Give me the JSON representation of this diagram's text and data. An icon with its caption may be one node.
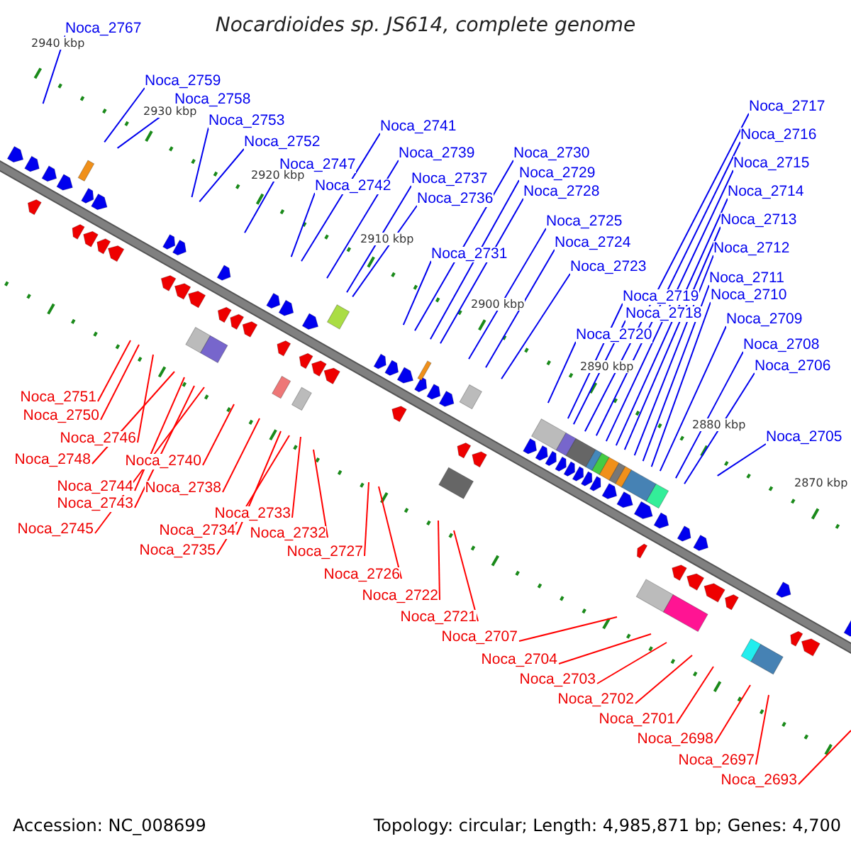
{
  "diagram": {
    "title": "Nocardioides sp. JS614, complete genome",
    "nodes": [
      {
        "text": [
          "Noca_2767"
        ]
      },
      {
        "text": [
          "Noca_2759"
        ]
      },
      {
        "text": [
          "Noca_2758"
        ]
      },
      {
        "text": [
          "Noca_2753"
        ]
      },
      {
        "text": [
          "Noca_2752"
        ]
      },
      {
        "text": [
          "Noca_2747"
        ]
      },
      {
        "text": [
          "Noca_2742"
        ]
      },
      {
        "text": [
          "Noca_2741"
        ]
      },
      {
        "text": [
          "Noca_2739"
        ]
      },
      {
        "text": [
          "Noca_2737"
        ]
      },
      {
        "text": [
          "Noca_2736"
        ]
      },
      {
        "text": [
          "Noca_2731"
        ]
      },
      {
        "text": [
          "Noca_2730"
        ]
      },
      {
        "text": [
          "Noca_2729"
        ]
      },
      {
        "text": [
          "Noca_2728"
        ]
      },
      {
        "text": [
          "Noca_2725"
        ]
      },
      {
        "text": [
          "Noca_2724"
        ]
      },
      {
        "text": [
          "Noca_2723"
        ]
      },
      {
        "text": [
          "Noca_2720"
        ]
      },
      {
        "text": [
          "Noca_2719"
        ]
      },
      {
        "text": [
          "Noca_2718"
        ]
      },
      {
        "text": [
          "Noca_2717"
        ]
      },
      {
        "text": [
          "Noca_2716"
        ]
      },
      {
        "text": [
          "Noca_2715"
        ]
      },
      {
        "text": [
          "Noca_2714"
        ]
      },
      {
        "text": [
          "Noca_2713"
        ]
      },
      {
        "text": [
          "Noca_2712"
        ]
      },
      {
        "text": [
          "Noca_2711"
        ]
      },
      {
        "text": [
          "Noca_2710"
        ]
      },
      {
        "text": [
          "Noca_2709"
        ]
      },
      {
        "text": [
          "Noca_2708"
        ]
      },
      {
        "text": [
          "Noca_2706"
        ]
      },
      {
        "text": [
          "Noca_2705"
        ]
      },
      {
        "text": [
          "Noca_2751"
        ]
      },
      {
        "text": [
          "Noca_2750"
        ]
      },
      {
        "text": [
          "Noca_2746"
        ]
      },
      {
        "text": [
          "Noca_2748"
        ]
      },
      {
        "text": [
          "Noca_2740"
        ]
      },
      {
        "text": [
          "Noca_2744"
        ]
      },
      {
        "text": [
          "Noca_2738"
        ]
      },
      {
        "text": [
          "Noca_2743"
        ]
      },
      {
        "text": [
          "Noca_2733"
        ]
      },
      {
        "text": [
          "Noca_2745"
        ]
      },
      {
        "text": [
          "Noca_2734"
        ]
      },
      {
        "text": [
          "Noca_2732"
        ]
      },
      {
        "text": [
          "Noca_2735"
        ]
      },
      {
        "text": [
          "Noca_2727"
        ]
      },
      {
        "text": [
          "Noca_2726"
        ]
      },
      {
        "text": [
          "Noca_2722"
        ]
      },
      {
        "text": [
          "Noca_2721"
        ]
      },
      {
        "text": [
          "Noca_2707"
        ]
      },
      {
        "text": [
          "Noca_2704"
        ]
      },
      {
        "text": [
          "Noca_2703"
        ]
      },
      {
        "text": [
          "Noca_2702"
        ]
      },
      {
        "text": [
          "Noca_2701"
        ]
      },
      {
        "text": [
          "Noca_2698"
        ]
      },
      {
        "text": [
          "Noca_2697"
        ]
      },
      {
        "text": [
          "Noca_2693"
        ]
      }
    ],
    "edges": [
      {
        "from": 0,
        "to": null,
        "arrow": "none"
      },
      {
        "from": 1,
        "to": null,
        "arrow": "none"
      },
      {
        "from": 2,
        "to": null,
        "arrow": "none"
      },
      {
        "from": 3,
        "to": null,
        "arrow": "none"
      },
      {
        "from": 4,
        "to": null,
        "arrow": "none"
      },
      {
        "from": 5,
        "to": null,
        "arrow": "none"
      },
      {
        "from": 6,
        "to": null,
        "arrow": "none"
      },
      {
        "from": 7,
        "to": null,
        "arrow": "none"
      },
      {
        "from": 8,
        "to": null,
        "arrow": "none"
      },
      {
        "from": 9,
        "to": null,
        "arrow": "none"
      },
      {
        "from": 10,
        "to": null,
        "arrow": "none"
      },
      {
        "from": 11,
        "to": null,
        "arrow": "none"
      },
      {
        "from": 12,
        "to": null,
        "arrow": "none"
      },
      {
        "from": 13,
        "to": null,
        "arrow": "none"
      },
      {
        "from": 14,
        "to": null,
        "arrow": "none"
      },
      {
        "from": 15,
        "to": null,
        "arrow": "none"
      },
      {
        "from": 16,
        "to": null,
        "arrow": "none"
      },
      {
        "from": 17,
        "to": null,
        "arrow": "none"
      },
      {
        "from": 18,
        "to": null,
        "arrow": "none"
      },
      {
        "from": 19,
        "to": null,
        "arrow": "none"
      },
      {
        "from": 20,
        "to": null,
        "arrow": "none"
      },
      {
        "from": 21,
        "to": null,
        "arrow": "none"
      },
      {
        "from": 22,
        "to": null,
        "arrow": "none"
      },
      {
        "from": 23,
        "to": null,
        "arrow": "none"
      },
      {
        "from": 24,
        "to": null,
        "arrow": "none"
      },
      {
        "from": 25,
        "to": null,
        "arrow": "none"
      },
      {
        "from": 26,
        "to": null,
        "arrow": "none"
      },
      {
        "from": 27,
        "to": null,
        "arrow": "none"
      },
      {
        "from": 28,
        "to": null,
        "arrow": "none"
      },
      {
        "from": 29,
        "to": null,
        "arrow": "none"
      },
      {
        "from": 30,
        "to": null,
        "arrow": "none"
      },
      {
        "from": 31,
        "to": null,
        "arrow": "none"
      },
      {
        "from": 32,
        "to": null,
        "arrow": "none"
      },
      {
        "from": 33,
        "to": null,
        "arrow": "none",
        "color": "#ff0000"
      },
      {
        "from": 34,
        "to": null,
        "arrow": "none",
        "color": "#ff0000"
      },
      {
        "from": 35,
        "to": null,
        "arrow": "none",
        "color": "#ff0000"
      },
      {
        "from": 36,
        "to": null,
        "arrow": "none",
        "color": "#ff0000"
      },
      {
        "from": 37,
        "to": null,
        "arrow": "none",
        "color": "#ff0000"
      },
      {
        "from": 38,
        "to": null,
        "arrow": "none",
        "color": "#ff0000"
      },
      {
        "from": 39,
        "to": null,
        "arrow": "none",
        "color": "#ff0000"
      },
      {
        "from": 40,
        "to": null,
        "arrow": "none",
        "color": "#ff0000"
      },
      {
        "from": 41,
        "to": null,
        "arrow": "none",
        "color": "#ff0000"
      },
      {
        "from": 42,
        "to": null,
        "arrow": "none",
        "color": "#ff0000"
      },
      {
        "from": 43,
        "to": null,
        "arrow": "none",
        "color": "#ff0000"
      },
      {
        "from": 44,
        "to": null,
        "arrow": "none",
        "color": "#ff0000"
      },
      {
        "from": 45,
        "to": null,
        "arrow": "none",
        "color": "#ff0000"
      },
      {
        "from": 46,
        "to": null,
        "arrow": "none",
        "color": "#ff0000"
      },
      {
        "from": 47,
        "to": null,
        "arrow": "none",
        "color": "#ff0000"
      },
      {
        "from": 48,
        "to": null,
        "arrow": "none",
        "color": "#ff0000"
      },
      {
        "from": 49,
        "to": null,
        "arrow": "none",
        "color": "#ff0000"
      },
      {
        "from": 50,
        "to": null,
        "arrow": "none",
        "color": "#ff0000"
      },
      {
        "from": 51,
        "to": null,
        "arrow": "none",
        "color": "#ff0000"
      },
      {
        "from": 52,
        "to": null,
        "arrow": "none",
        "color": "#ff0000"
      },
      {
        "from": 53,
        "to": null,
        "arrow": "none",
        "color": "#ff0000"
      },
      {
        "from": 54,
        "to": null,
        "arrow": "none",
        "color": "#ff0000"
      },
      {
        "from": 55,
        "to": null,
        "arrow": "none",
        "color": "#ff0000"
      },
      {
        "from": 56,
        "to": null,
        "arrow": "none",
        "color": "#ff0000"
      },
      {
        "from": 57,
        "to": null,
        "arrow": "none",
        "color": "#ff0000"
      }
    ],
    "labels": [
      "2940 kbp",
      "2930 kbp",
      "2920 kbp",
      "2910 kbp",
      "2900 kbp",
      "2890 kbp",
      "2880 kbp",
      "2870 kbp",
      "Accession: NC_008699",
      "Topology: circular; Length: 4,985,871 bp; Genes: 4,700"
    ]
  }
}
